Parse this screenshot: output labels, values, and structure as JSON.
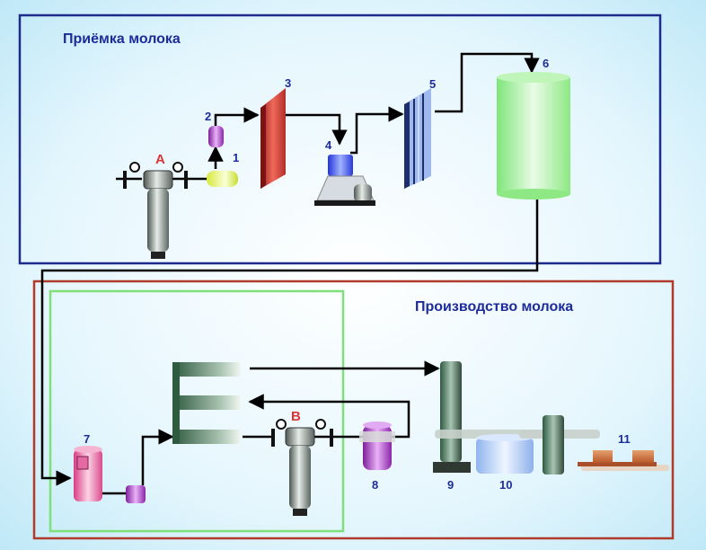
{
  "sections": {
    "reception": {
      "title": "Приёмка молока"
    },
    "production": {
      "title": "Производство молока"
    }
  },
  "labels": {
    "A": "А",
    "B": "В",
    "n1": "1",
    "n2": "2",
    "n3": "3",
    "n4": "4",
    "n5": "5",
    "n6": "6",
    "n7": "7",
    "n8": "8",
    "n9": "9",
    "n10": "10",
    "n11": "11"
  },
  "colors": {
    "background": "#d6f1fb",
    "reception_border": "#1e2a8c",
    "production_border": "#b23a2a",
    "highlight_border": "#7fe07a",
    "label_blue": "#1d2c9a",
    "label_red": "#d93535",
    "pipe": "#000000"
  }
}
